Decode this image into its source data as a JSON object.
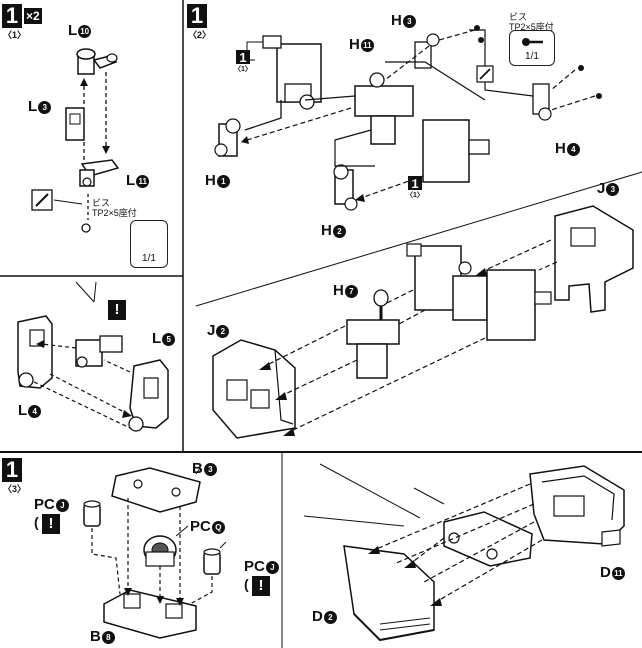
{
  "panel_top_left": {
    "step": "1",
    "qty": "×2",
    "substep": "〈1〉",
    "labels": {
      "L10": "L",
      "L10n": "10",
      "L3": "L",
      "L3n": "3",
      "L11": "L",
      "L11n": "11"
    },
    "screw": {
      "name": "ビス",
      "spec": "TP2×5座付",
      "ratio": "1/1"
    }
  },
  "panel_top_right": {
    "step": "1",
    "substep": "〈2〉",
    "labels": {
      "H3": "H",
      "H3n": "3",
      "H11": "H",
      "H11n": "11",
      "H4": "H",
      "H4n": "4",
      "H1": "H",
      "H1n": "1",
      "H2": "H",
      "H2n": "2",
      "H7": "H",
      "H7n": "7",
      "J2": "J",
      "J2n": "2",
      "J3": "J",
      "J3n": "3"
    },
    "screw": {
      "name": "ビス",
      "spec": "TP2×5座付",
      "ratio": "1/1"
    },
    "ref_badge_1": {
      "num": "1",
      "sub": "〈1〉"
    },
    "ref_badge_2": {
      "num": "1",
      "sub": "〈1〉"
    }
  },
  "panel_mid_left": {
    "labels": {
      "L5": "L",
      "L5n": "5",
      "L4": "L",
      "L4n": "4"
    },
    "warn": "!"
  },
  "panel_bottom_left": {
    "step": "1",
    "substep": "〈3〉",
    "labels": {
      "B3": "B",
      "B3n": "3",
      "PCJ1": "PC",
      "PCJ1n": "J",
      "PCQ": "PC",
      "PCQn": "Q",
      "PCJ2": "PC",
      "PCJ2n": "J",
      "B8": "B",
      "B8n": "8"
    },
    "warn": "!"
  },
  "panel_bottom_right": {
    "labels": {
      "D2": "D",
      "D2n": "2",
      "D11": "D",
      "D11n": "11"
    }
  }
}
